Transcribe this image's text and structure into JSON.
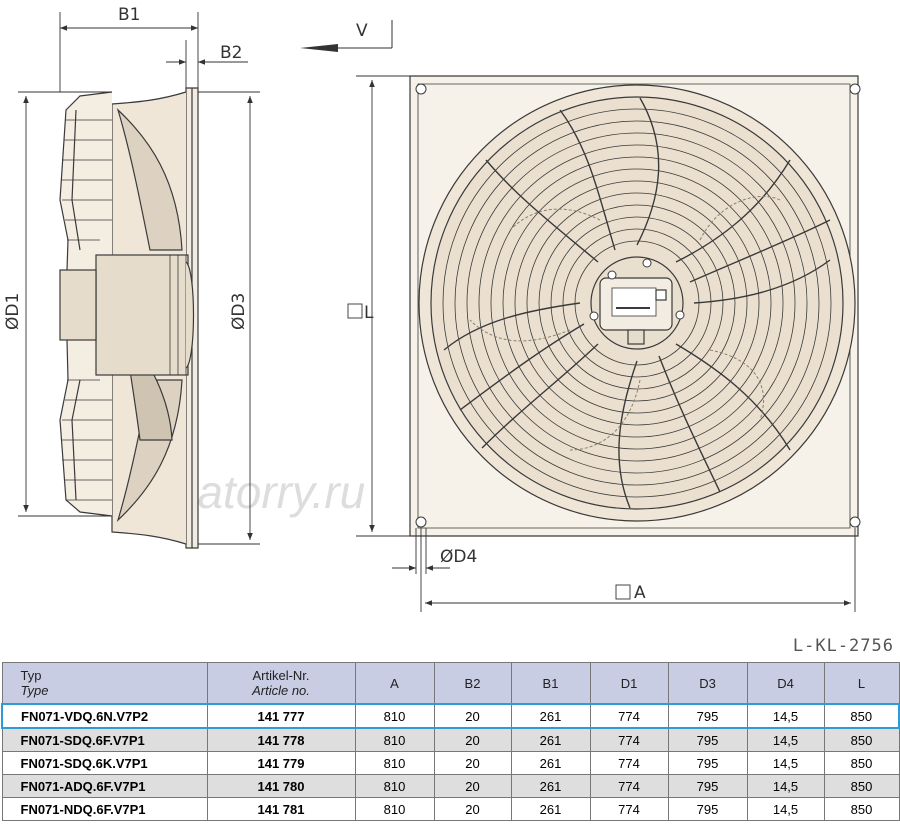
{
  "drawing": {
    "dims": {
      "b1": "B1",
      "b2": "B2",
      "v": "V",
      "d1": "ØD1",
      "d3": "ØD3",
      "l": "L",
      "d4": "ØD4",
      "a": "A"
    },
    "watermark": "ventilatorry.ru",
    "code": "L-KL-2756",
    "colors": {
      "line": "#3a3a3a",
      "fan": "#efe6d8"
    }
  },
  "table": {
    "headers": {
      "typ": "Typ",
      "typ_en": "Type",
      "art": "Artikel-Nr.",
      "art_en": "Article no.",
      "a": "A",
      "b2": "B2",
      "b1": "B1",
      "d1": "D1",
      "d3": "D3",
      "d4": "D4",
      "l": "L"
    },
    "rows": [
      {
        "type": "FN071-VDQ.6N.V7P2",
        "article": "141 777",
        "a": "810",
        "b2": "20",
        "b1": "261",
        "d1": "774",
        "d3": "795",
        "d4": "14,5",
        "l": "850"
      },
      {
        "type": "FN071-SDQ.6F.V7P1",
        "article": "141 778",
        "a": "810",
        "b2": "20",
        "b1": "261",
        "d1": "774",
        "d3": "795",
        "d4": "14,5",
        "l": "850"
      },
      {
        "type": "FN071-SDQ.6K.V7P1",
        "article": "141 779",
        "a": "810",
        "b2": "20",
        "b1": "261",
        "d1": "774",
        "d3": "795",
        "d4": "14,5",
        "l": "850"
      },
      {
        "type": "FN071-ADQ.6F.V7P1",
        "article": "141 780",
        "a": "810",
        "b2": "20",
        "b1": "261",
        "d1": "774",
        "d3": "795",
        "d4": "14,5",
        "l": "850"
      },
      {
        "type": "FN071-NDQ.6F.V7P1",
        "article": "141 781",
        "a": "810",
        "b2": "20",
        "b1": "261",
        "d1": "774",
        "d3": "795",
        "d4": "14,5",
        "l": "850"
      }
    ]
  }
}
